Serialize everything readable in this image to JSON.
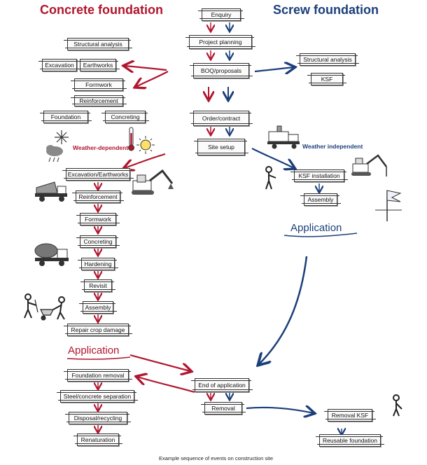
{
  "titles": {
    "concrete": "Concrete foundation",
    "screw": "Screw foundation"
  },
  "colors": {
    "concrete": "#b0152e",
    "screw": "#1b3f7a",
    "box_border": "#333333"
  },
  "center": {
    "enquiry": "Enquiry",
    "project_planning": "Project planning",
    "boq": "BOQ/proposals",
    "order": "Order/contract",
    "site_setup": "Site setup",
    "end_of_application": "End of application",
    "removal": "Removal"
  },
  "concrete": {
    "structural_analysis": "Structural analysis",
    "excavation": "Excavation",
    "earthworks": "Earthworks",
    "formwork": "Formwork",
    "reinforcement": "Reinforcement",
    "foundation": "Foundation",
    "concreting": "Concreting",
    "weather": "Weather-dependent",
    "excavation_earthworks": "Excavation/Earthworks",
    "reinforcement2": "Reinforcement",
    "formwork2": "Formwork",
    "concreting2": "Concreting",
    "hardening": "Hardening",
    "revisit": "Revisit",
    "assembly": "Assembly",
    "repair": "Repair crop damage",
    "application": "Application",
    "foundation_removal": "Foundation removal",
    "separation": "Steel/concrete separation",
    "disposal": "Disposal/recycling",
    "renaturation": "Renaturation"
  },
  "screw": {
    "structural_analysis": "Structural analysis",
    "ksf": "KSF",
    "weather": "Weather independent",
    "ksf_installation": "KSF installation",
    "assembly": "Assembly",
    "application": "Application",
    "removal_ksf": "Removal KSF",
    "reusable": "Reusable foundation"
  },
  "caption": "Example sequence of events on construction site",
  "icons": [
    "snowflake-icon",
    "rain-cloud-icon",
    "thermometer-icon",
    "sun-icon",
    "excavator-icon",
    "dump-truck-icon",
    "cement-mixer-icon",
    "worker-shovel-icon",
    "worker-wheelbarrow-icon",
    "worker-icon",
    "flag-icon"
  ]
}
